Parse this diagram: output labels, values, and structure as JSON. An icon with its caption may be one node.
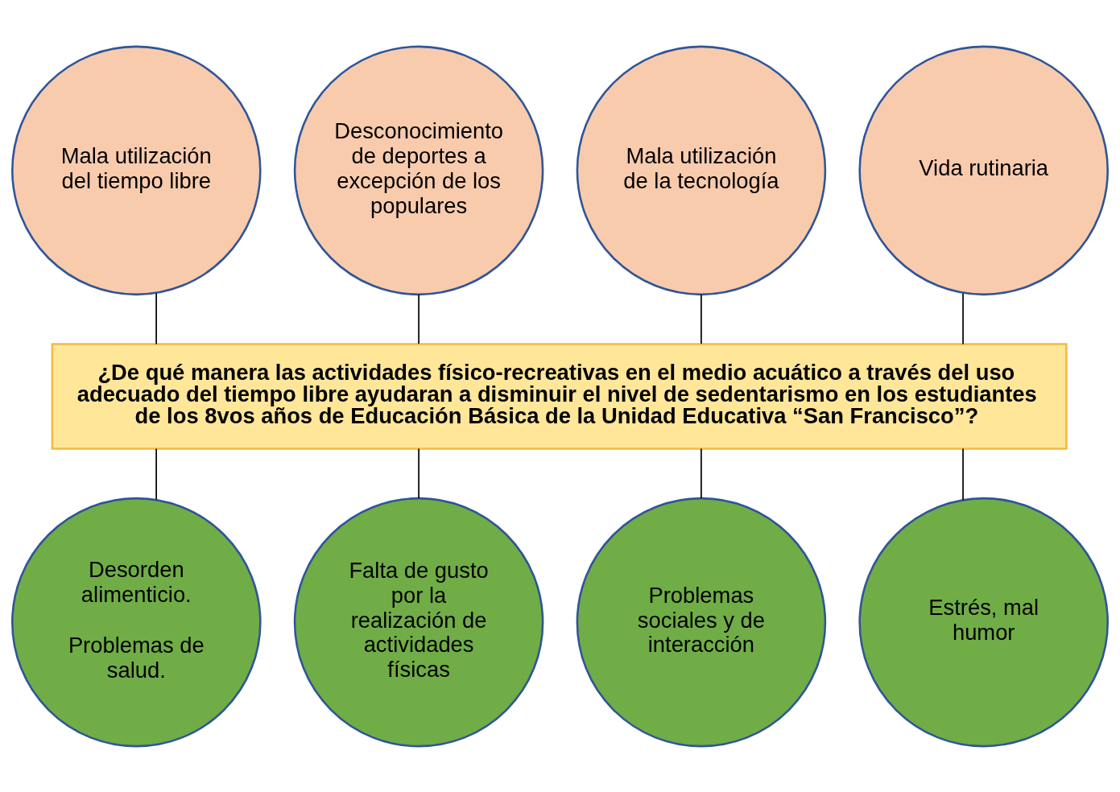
{
  "diagram": {
    "nodes": [
      {
        "text": [
          "Mala utilización del tiempo libre"
        ]
      },
      {
        "text": [
          "Desconocimiento de deportes a excepción de los populares"
        ]
      },
      {
        "text": [
          "Mala utilización de la tecnología"
        ]
      },
      {
        "text": [
          "Vida rutinaria"
        ]
      },
      {
        "text": [
          "¿De qué manera las actividades físico-recreativas en el medio acuático a través del uso adecuado del tiempo libre ayudaran a disminuir el nivel de sedentarismo en los estudiantes de los 8vos años de Educación Básica de la Unidad Educativa “San Francisco”?"
        ]
      },
      {
        "text": [
          "Desorden alimenticio.",
          "Problemas de salud."
        ]
      },
      {
        "text": [
          "Falta de gusto por la realización de actividades físicas"
        ]
      },
      {
        "text": [
          "Problemas sociales y de interacción"
        ]
      },
      {
        "text": [
          "Estrés, mal humor"
        ]
      }
    ],
    "edges": [
      {
        "from": 0,
        "to": 4,
        "arrow": "none"
      },
      {
        "from": 1,
        "to": 4,
        "arrow": "none"
      },
      {
        "from": 2,
        "to": 4,
        "arrow": "none"
      },
      {
        "from": 3,
        "to": 4,
        "arrow": "none"
      },
      {
        "from": 4,
        "to": 5,
        "arrow": "none"
      },
      {
        "from": 4,
        "to": 6,
        "arrow": "none"
      },
      {
        "from": 4,
        "to": 7,
        "arrow": "none"
      },
      {
        "from": 4,
        "to": 8,
        "arrow": "none"
      }
    ]
  }
}
